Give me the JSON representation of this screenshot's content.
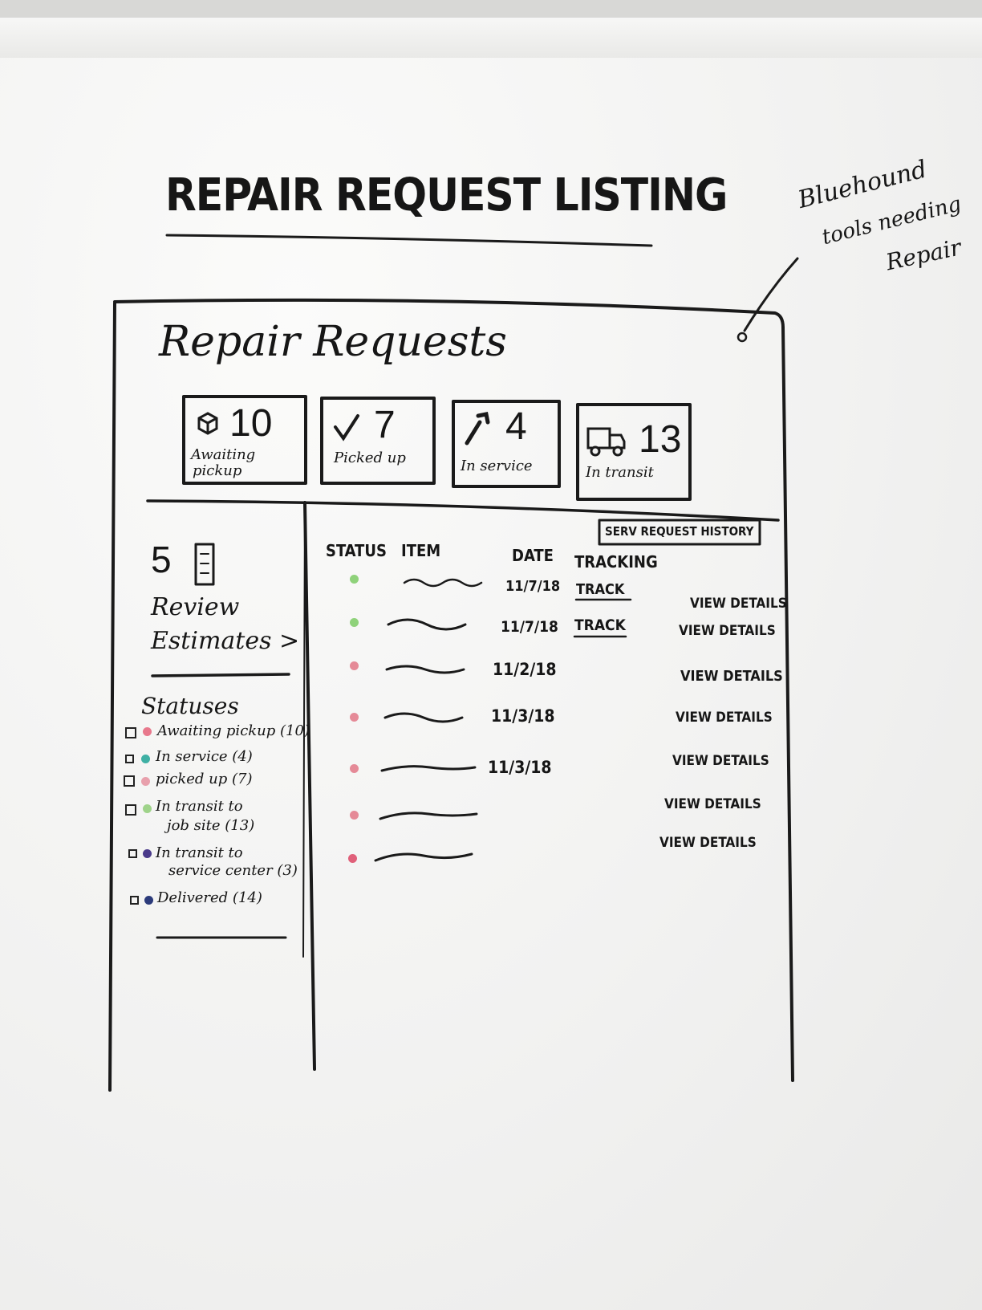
{
  "board_title": "REPAIR REQUEST LISTING",
  "annotation": {
    "line1": "Bluehound",
    "line2": "tools needing",
    "line3": "Repair"
  },
  "page_heading": "Repair Requests",
  "stat_cards": [
    {
      "icon": "box-icon",
      "value": "10",
      "label1": "Awaiting",
      "label2": "pickup"
    },
    {
      "icon": "checkmark-icon",
      "value": "7",
      "label1": "Picked up",
      "label2": ""
    },
    {
      "icon": "wrench-icon",
      "value": "4",
      "label1": "In service",
      "label2": ""
    },
    {
      "icon": "truck-icon",
      "value": "13",
      "label1": "In transit",
      "label2": ""
    }
  ],
  "estimates": {
    "count": "5",
    "icon": "receipt-icon",
    "line1": "Review",
    "line2": "Estimates >"
  },
  "statuses": {
    "heading": "Statuses",
    "items": [
      {
        "checked": true,
        "color": "#e8798c",
        "line1": "Awaiting pickup (10)",
        "line2": ""
      },
      {
        "checked": false,
        "color": "#3fb0a4",
        "line1": "In service (4)",
        "line2": ""
      },
      {
        "checked": true,
        "color": "#e8a0ac",
        "line1": "picked up (7)",
        "line2": ""
      },
      {
        "checked": true,
        "color": "#9fd38a",
        "line1": "In transit to",
        "line2": "job site (13)"
      },
      {
        "checked": false,
        "color": "#4a3a8a",
        "line1": "In transit to",
        "line2": "service center (3)"
      },
      {
        "checked": false,
        "color": "#2b3a7a",
        "line1": "Delivered (14)",
        "line2": ""
      }
    ]
  },
  "history_button": "SERV REQUEST HISTORY",
  "table": {
    "headers": {
      "status": "STATUS",
      "item": "ITEM",
      "date": "DATE",
      "tracking": "TRACKING"
    },
    "rows": [
      {
        "status_color": "#8fd27a",
        "date": "11/7/18",
        "tracking": "TRACK",
        "details": "VIEW DETAILS"
      },
      {
        "status_color": "#8fd27a",
        "date": "11/7/18",
        "tracking": "TRACK",
        "details": "VIEW DETAILS"
      },
      {
        "status_color": "#e58a97",
        "date": "11/2/18",
        "tracking": "",
        "details": "VIEW DETAILS"
      },
      {
        "status_color": "#e58a97",
        "date": "11/3/18",
        "tracking": "",
        "details": "VIEW DETAILS"
      },
      {
        "status_color": "#e58a97",
        "date": "11/3/18",
        "tracking": "",
        "details": "VIEW DETAILS"
      },
      {
        "status_color": "#e58a97",
        "date": "",
        "tracking": "",
        "details": "VIEW DETAILS"
      },
      {
        "status_color": "#e0607a",
        "date": "",
        "tracking": "",
        "details": "VIEW DETAILS"
      }
    ]
  }
}
